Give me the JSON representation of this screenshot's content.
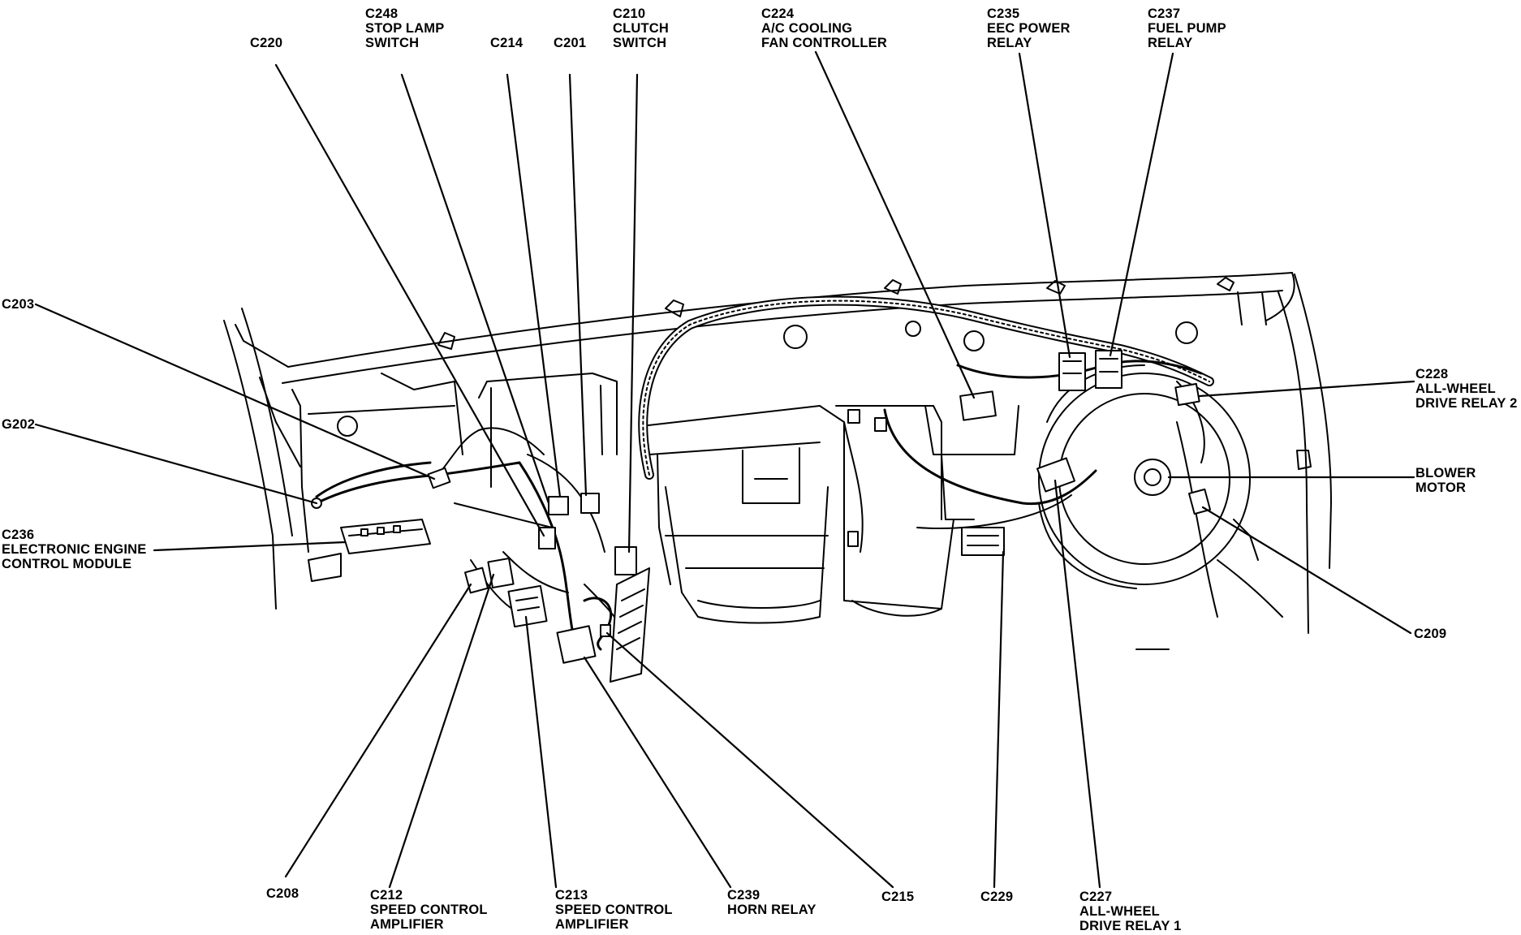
{
  "labels": {
    "c248": {
      "code": "C248",
      "line1": "STOP LAMP",
      "line2": "SWITCH"
    },
    "c220": {
      "code": "C220"
    },
    "c214": {
      "code": "C214"
    },
    "c201": {
      "code": "C201"
    },
    "c210": {
      "code": "C210",
      "line1": "CLUTCH",
      "line2": "SWITCH"
    },
    "c224": {
      "code": "C224",
      "line1": "A/C COOLING",
      "line2": "FAN CONTROLLER"
    },
    "c235": {
      "code": "C235",
      "line1": "EEC POWER",
      "line2": "RELAY"
    },
    "c237": {
      "code": "C237",
      "line1": "FUEL PUMP",
      "line2": "RELAY"
    },
    "c203": {
      "code": "C203"
    },
    "g202": {
      "code": "G202"
    },
    "c236": {
      "code": "C236",
      "line1": "ELECTRONIC ENGINE",
      "line2": "CONTROL MODULE"
    },
    "c228": {
      "code": "C228",
      "line1": "ALL-WHEEL",
      "line2": "DRIVE RELAY 2"
    },
    "blower": {
      "line1": "BLOWER",
      "line2": "MOTOR"
    },
    "c209": {
      "code": "C209"
    },
    "c208": {
      "code": "C208"
    },
    "c212": {
      "code": "C212",
      "line1": "SPEED CONTROL",
      "line2": "AMPLIFIER"
    },
    "c213": {
      "code": "C213",
      "line1": "SPEED CONTROL",
      "line2": "AMPLIFIER"
    },
    "c239": {
      "code": "C239",
      "line1": "HORN RELAY"
    },
    "c215": {
      "code": "C215"
    },
    "c229": {
      "code": "C229"
    },
    "c227": {
      "code": "C227",
      "line1": "ALL-WHEEL",
      "line2": "DRIVE RELAY 1"
    }
  },
  "colors": {
    "ink": "#000000",
    "paper": "#ffffff"
  }
}
